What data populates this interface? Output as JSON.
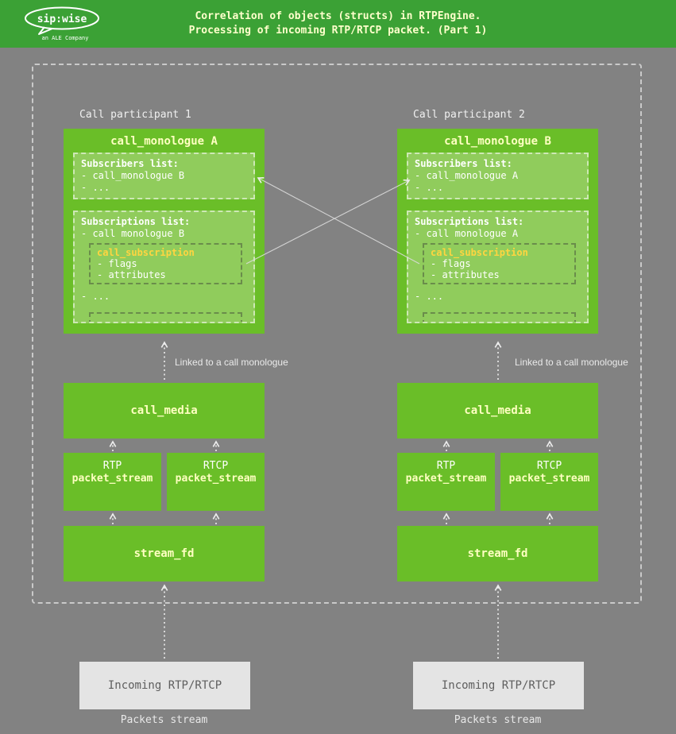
{
  "colors": {
    "header_green": "#3ba135",
    "box_green": "#6abe28",
    "inner_green": "#90cc5c",
    "pale_yellow": "#ffffc2",
    "gold": "#ffd540",
    "page_gray": "#828282",
    "incoming_gray": "#e4e4e4",
    "header_text": "#ffffcc",
    "line_white": "#ededed"
  },
  "header": {
    "title_line1": "Correlation of objects (structs) in RTPEngine.",
    "title_line2": "Processing of incoming RTP/RTCP packet. (Part 1)",
    "logo_text": "sip:wise",
    "logo_subtext": "an ALE Company"
  },
  "participants": [
    {
      "label": "Call participant 1",
      "monologue_title": "call_monologue A",
      "subscribers": {
        "title": "Subscribers list:",
        "items": [
          "- call_monologue B",
          "- ..."
        ]
      },
      "subscriptions": {
        "title": "Subscriptions list:",
        "item": "- call monologue B",
        "subscription": {
          "title": "call_subscription",
          "items": [
            "- flags",
            "- attributes"
          ]
        },
        "ellipsis": "- ..."
      },
      "linked_label": "Linked to a call monologue",
      "call_media_label": "call_media",
      "rtp_label": "RTP",
      "rtcp_label": "RTCP",
      "packet_stream_label": "packet_stream",
      "stream_fd_label": "stream_fd",
      "incoming_label": "Incoming RTP/RTCP",
      "packets_stream_label": "Packets stream"
    },
    {
      "label": "Call participant 2",
      "monologue_title": "call_monologue B",
      "subscribers": {
        "title": "Subscribers list:",
        "items": [
          "- call_monologue A",
          "- ..."
        ]
      },
      "subscriptions": {
        "title": "Subscriptions list:",
        "item": "- call monologue A",
        "subscription": {
          "title": "call_subscription",
          "items": [
            "- flags",
            "- attributes"
          ]
        },
        "ellipsis": "- ..."
      },
      "linked_label": "Linked to a call monologue",
      "call_media_label": "call_media",
      "rtp_label": "RTP",
      "rtcp_label": "RTCP",
      "packet_stream_label": "packet_stream",
      "stream_fd_label": "stream_fd",
      "incoming_label": "Incoming RTP/RTCP",
      "packets_stream_label": "Packets stream"
    }
  ]
}
